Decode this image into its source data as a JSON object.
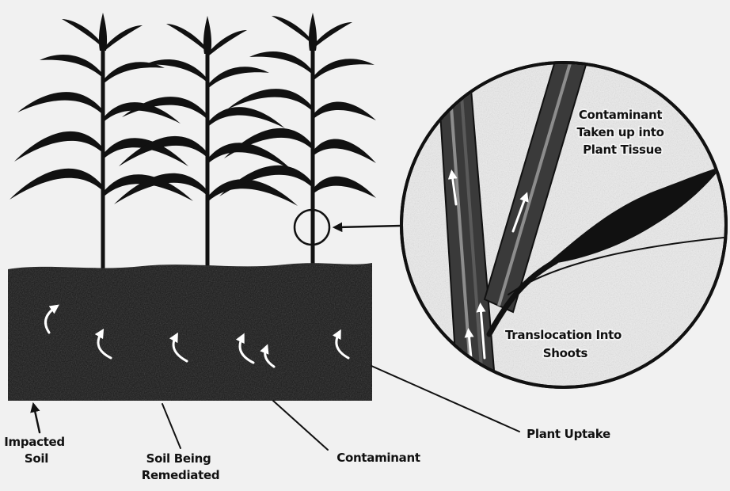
{
  "diagram": {
    "magnified_label": [
      "Contaminant",
      "Taken up into",
      "Plant Tissue"
    ],
    "translocation_label": [
      "Translocation Into",
      "Shoots"
    ],
    "plant_uptake_label": "Plant Uptake",
    "impacted_soil_label": [
      "Impacted",
      "Soil"
    ],
    "remediated_soil_label": [
      "Soil Being",
      "Remediated"
    ],
    "contaminant_label": "Contaminant"
  },
  "colors": {
    "background": "#f1f1f1",
    "ink": "#111111",
    "soil": "#161616",
    "arrow": "#ffffff",
    "lens": "#ececec"
  },
  "icons": [
    "plant",
    "soil-block",
    "magnifier-circle",
    "uptake-arrow"
  ]
}
